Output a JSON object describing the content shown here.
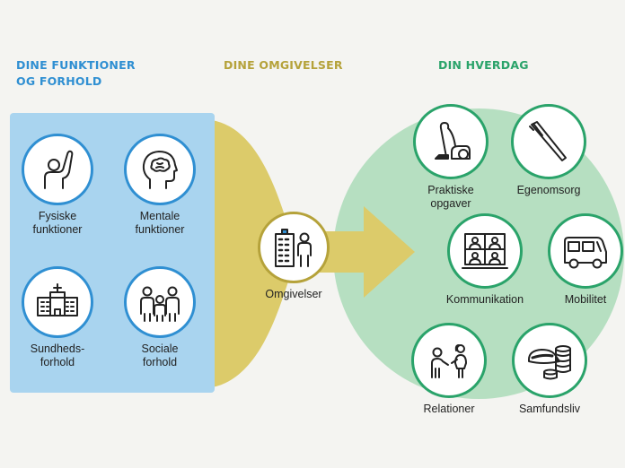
{
  "headings": {
    "left": "DINE FUNKTIONER\nOG FORHOLD",
    "middle": "DINE OMGIVELSER",
    "right": "DIN HVERDAG"
  },
  "colors": {
    "blue_panel": "#a9d4ef",
    "blue_accent": "#2f8fd2",
    "gold_funnel": "#dccb6a",
    "gold_accent": "#b5a23a",
    "green_circle": "#b6dfc1",
    "green_accent": "#2aa36a",
    "background": "#f4f4f1"
  },
  "left_panel": {
    "items": [
      {
        "label": "Fysiske\nfunktioner",
        "icon": "raised-hand-person-icon"
      },
      {
        "label": "Mentale\nfunktioner",
        "icon": "brain-head-icon"
      },
      {
        "label": "Sundheds-\nforhold",
        "icon": "hospital-icon"
      },
      {
        "label": "Sociale\nforhold",
        "icon": "group-people-icon"
      }
    ]
  },
  "middle": {
    "label": "Omgivelser",
    "icon": "building-person-icon"
  },
  "right_circle": {
    "items": [
      {
        "label": "Praktiske\nopgaver",
        "icon": "vacuum-cleaner-icon"
      },
      {
        "label": "Egenomsorg",
        "icon": "toothbrush-icon"
      },
      {
        "label": "Kommunikation",
        "icon": "video-call-icon"
      },
      {
        "label": "Mobilitet",
        "icon": "van-icon"
      },
      {
        "label": "Relationer",
        "icon": "two-people-talking-icon"
      },
      {
        "label": "Samfundsliv",
        "icon": "cap-coins-icon"
      }
    ]
  }
}
